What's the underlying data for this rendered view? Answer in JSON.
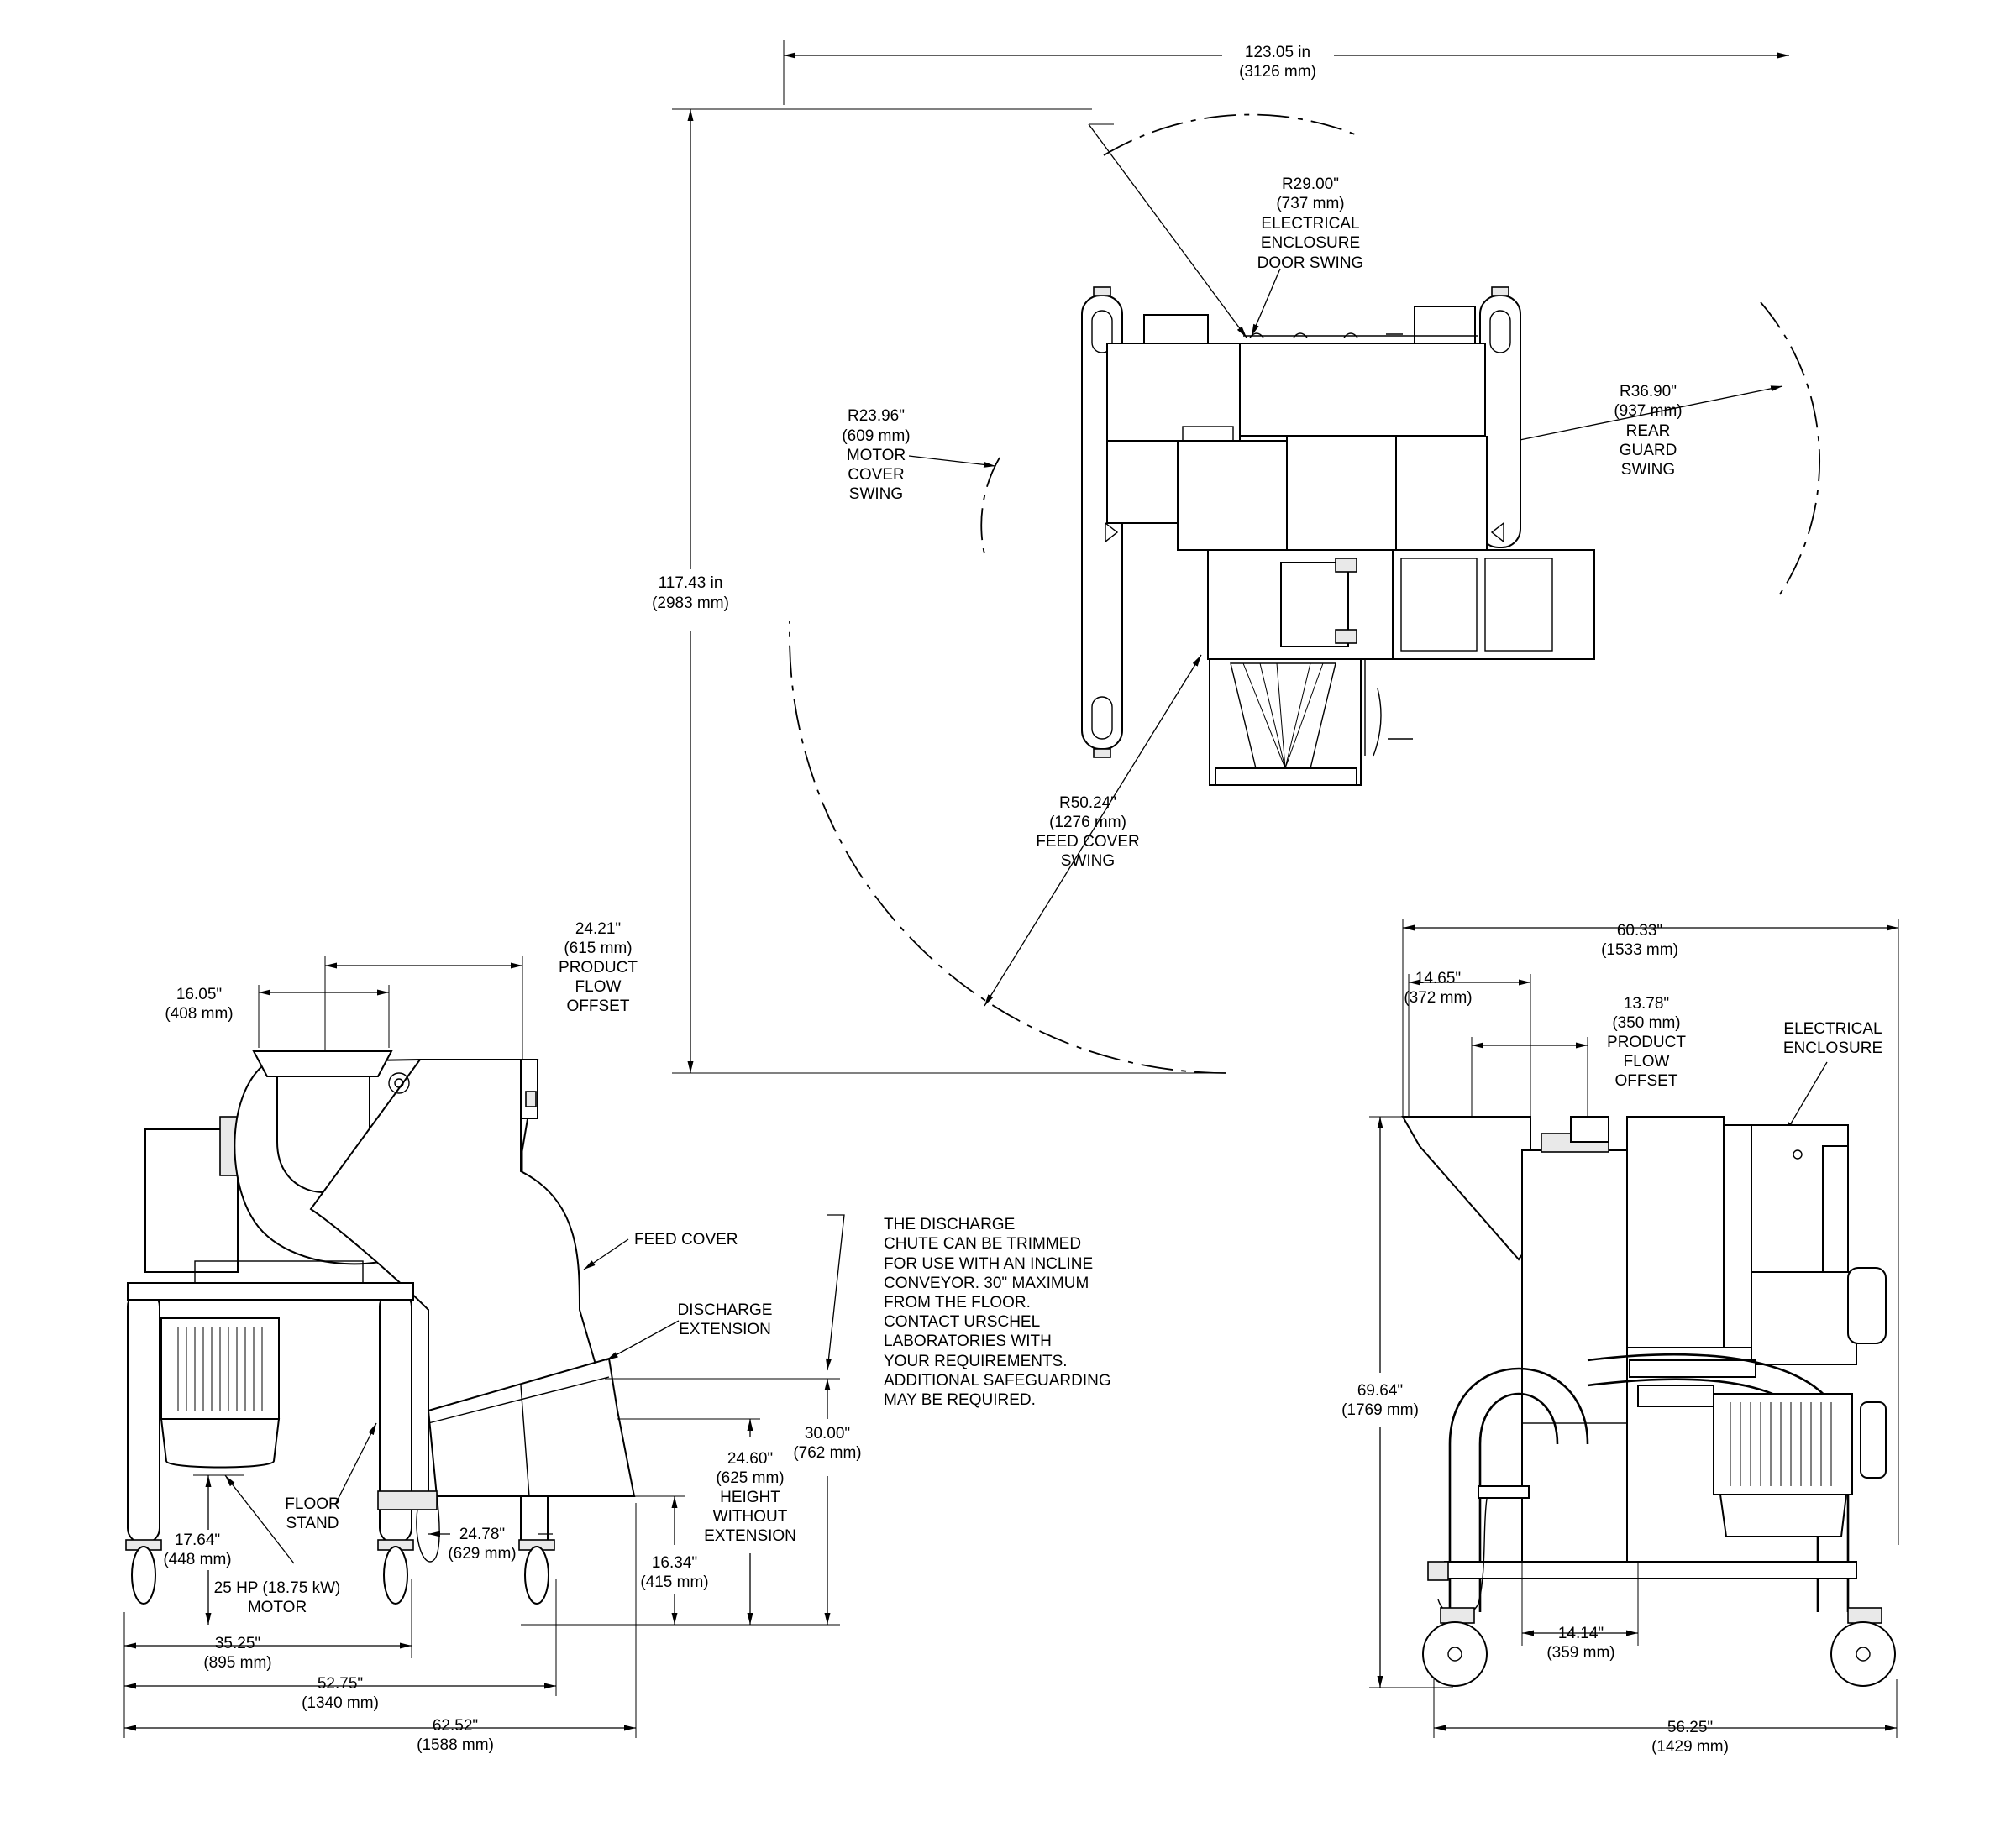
{
  "top_view": {
    "overall_width": [
      "123.05 in",
      "(3126 mm)"
    ],
    "overall_depth": [
      "117.43 in",
      "(2983 mm)"
    ],
    "door_swing": [
      "R29.00\"",
      "(737 mm)",
      "ELECTRICAL",
      "ENCLOSURE",
      "DOOR SWING"
    ],
    "motor_swing": [
      "R23.96\"",
      "(609 mm)",
      "MOTOR",
      "COVER",
      "SWING"
    ],
    "rear_guard_swing": [
      "R36.90\"",
      "(937 mm)",
      "REAR",
      "GUARD",
      "SWING"
    ],
    "feed_cover_swing": [
      "R50.24\"",
      "(1276 mm)",
      "FEED COVER",
      "SWING"
    ]
  },
  "side_view": {
    "offset_24": [
      "24.21\"",
      "(615 mm)",
      "PRODUCT",
      "FLOW",
      "OFFSET"
    ],
    "width_16": [
      "16.05\"",
      "(408 mm)"
    ],
    "feed_cover": "FEED COVER",
    "discharge_extension": [
      "DISCHARGE",
      "EXTENSION"
    ],
    "note": [
      "THE DISCHARGE",
      "CHUTE CAN BE TRIMMED",
      "FOR USE WITH AN INCLINE",
      "CONVEYOR. 30\" MAXIMUM",
      "FROM THE FLOOR.",
      "CONTACT URSCHEL",
      "LABORATORIES WITH",
      "YOUR REQUIREMENTS.",
      "ADDITIONAL SAFEGUARDING",
      "MAY BE REQUIRED."
    ],
    "height_30": [
      "30.00\"",
      "(762 mm)"
    ],
    "height_24": [
      "24.60\"",
      "(625 mm)",
      "HEIGHT",
      "WITHOUT",
      "EXTENSION"
    ],
    "height_16": [
      "16.34\"",
      "(415 mm)"
    ],
    "depth_24": [
      "24.78\"",
      "(629 mm)"
    ],
    "floor_stand": [
      "FLOOR",
      "STAND"
    ],
    "height_17": [
      "17.64\"",
      "(448 mm)"
    ],
    "motor": [
      "25 HP (18.75 kW)",
      "MOTOR"
    ],
    "width_35": [
      "35.25\"",
      "(895 mm)"
    ],
    "width_52": [
      "52.75\"",
      "(1340 mm)"
    ],
    "width_62": [
      "62.52\"",
      "(1588 mm)"
    ]
  },
  "front_view": {
    "width_60": [
      "60.33\"",
      "(1533 mm)"
    ],
    "width_14_65": [
      "14.65\"",
      "(372 mm)"
    ],
    "offset_13": [
      "13.78\"",
      "(350 mm)",
      "PRODUCT",
      "FLOW",
      "OFFSET"
    ],
    "electrical_enclosure": [
      "ELECTRICAL",
      "ENCLOSURE"
    ],
    "height_69": [
      "69.64\"",
      "(1769 mm)"
    ],
    "width_14_14": [
      "14.14\"",
      "(359 mm)"
    ],
    "width_56": [
      "56.25\"",
      "(1429 mm)"
    ]
  }
}
